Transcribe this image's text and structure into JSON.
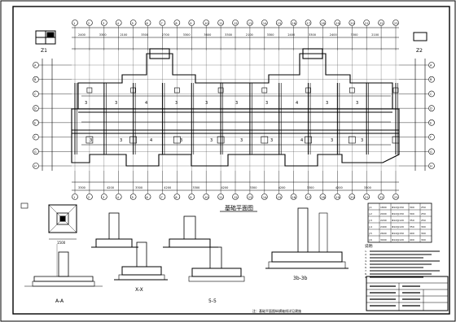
{
  "plan": {
    "title": "基础平面图",
    "top_axis": [
      "1",
      "2",
      "3",
      "4",
      "5",
      "6",
      "7",
      "8",
      "9",
      "10",
      "11",
      "12",
      "13",
      "14",
      "15",
      "16",
      "17",
      "18",
      "19",
      "20",
      "21",
      "22",
      "23"
    ],
    "bottom_axis": [
      "1",
      "2",
      "3",
      "4",
      "5",
      "6",
      "7",
      "8",
      "9",
      "10",
      "11",
      "12",
      "13",
      "14",
      "15",
      "16",
      "17",
      "18",
      "19",
      "20",
      "21",
      "22",
      "23"
    ],
    "left_axis": [
      "A",
      "B",
      "C",
      "D",
      "E",
      "F",
      "G",
      "H"
    ],
    "right_axis": [
      "A",
      "B",
      "C",
      "D",
      "E",
      "F",
      "G",
      "H"
    ],
    "top_dims": [
      "2400",
      "3300",
      "2100",
      "3300",
      "2700",
      "3300",
      "3600",
      "3300",
      "2100",
      "3300",
      "2400",
      "3300",
      "2400",
      "3300",
      "2100"
    ],
    "bottom_dims": [
      "3300",
      "4200",
      "3300",
      "4200",
      "3300",
      "4200",
      "3300",
      "4200",
      "3300",
      "4200",
      "3300"
    ],
    "room_marks": [
      "3",
      "3",
      "4",
      "3",
      "3",
      "3",
      "3",
      "4",
      "3",
      "3"
    ],
    "key_tags": [
      "Z1",
      "Z2"
    ]
  },
  "sections": {
    "a_label": "A-A",
    "x_label": "X-X",
    "five_label": "5-5",
    "three_label": "3b-3b",
    "base_width": "1500"
  },
  "schedule": {
    "rows": [
      [
        "J-1",
        "1800",
        "Φ12@150",
        "300",
        "250"
      ],
      [
        "J-2",
        "2000",
        "Φ12@150",
        "300",
        "250"
      ],
      [
        "J-3",
        "2200",
        "Φ12@120",
        "350",
        "250"
      ],
      [
        "J-4",
        "2400",
        "Φ12@120",
        "350",
        "300"
      ],
      [
        "J-5",
        "2600",
        "Φ14@150",
        "400",
        "300"
      ],
      [
        "J-6",
        "3000",
        "Φ14@120",
        "400",
        "300"
      ]
    ]
  },
  "notes": {
    "heading": "说明:",
    "lines": [
      "1.",
      "2.",
      "3.",
      "4.",
      "5.",
      "6.",
      "7.",
      "8.",
      "9."
    ]
  },
  "footer_note": "注：基础平面图纵横轴线详见建施"
}
